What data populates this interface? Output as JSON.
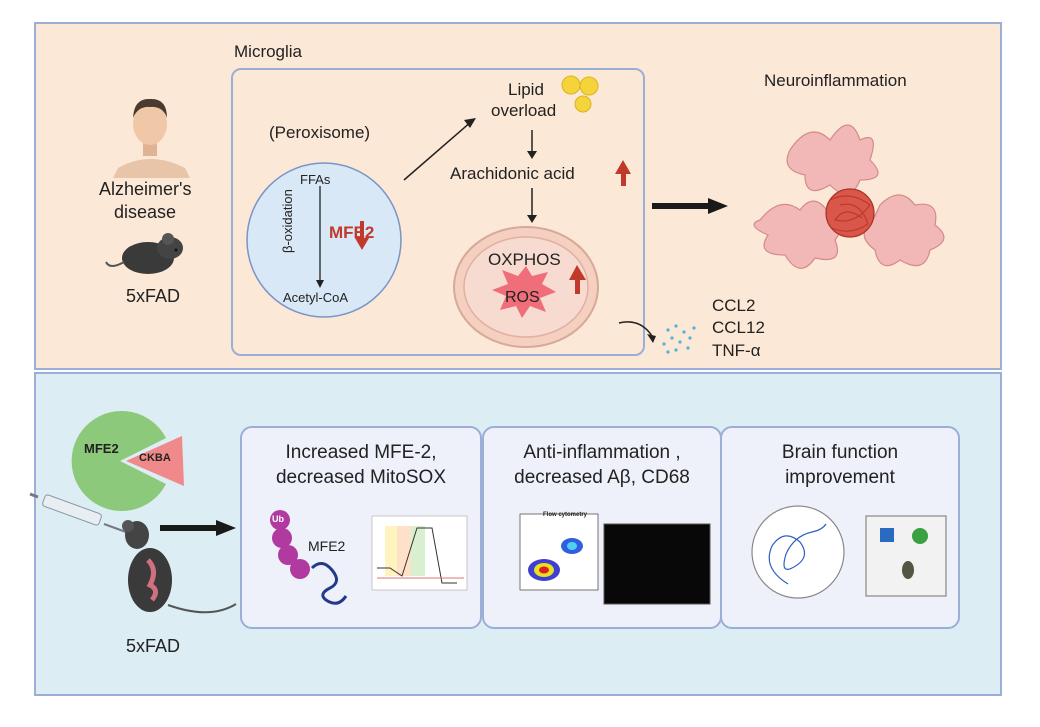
{
  "top_panel": {
    "microglia_label": "Microglia",
    "disease_label_1": "Alzheimer's",
    "disease_label_2": "disease",
    "model_label": "5xFAD",
    "peroxisome_label": "(Peroxisome)",
    "ffas_label": "FFAs",
    "beta_oxidation_label": "β-oxidation",
    "mfe2_label": "MFE2",
    "acetyl_coa_label": "Acetyl-CoA",
    "lipid_label_1": "Lipid",
    "lipid_label_2": "overload",
    "arachidonic_label": "Arachidonic acid",
    "oxphos_label": "OXPHOS",
    "ros_label": "ROS",
    "neuroinflammation_label": "Neuroinflammation",
    "cytokines": [
      "CCL2",
      "CCL12",
      "TNF-α"
    ]
  },
  "bottom_panel": {
    "mfe2_label": "MFE2",
    "ckba_label": "CKBA",
    "model_label": "5xFAD",
    "card1": {
      "title_1": "Increased MFE-2,",
      "title_2": "decreased MitoSOX",
      "protein_label": "MFE2",
      "ub_label": "Ub"
    },
    "card2": {
      "title_1": "Anti-inflammation ,",
      "title_2": "decreased Aβ, CD68",
      "plot_title": "Flow cytometry"
    },
    "card3": {
      "title_1": "Brain function",
      "title_2": "improvement"
    }
  },
  "colors": {
    "top_bg": "#fce8d6",
    "bottom_bg": "#dcedf3",
    "border": "#9aaed8",
    "accent_red": "#c0392b"
  }
}
